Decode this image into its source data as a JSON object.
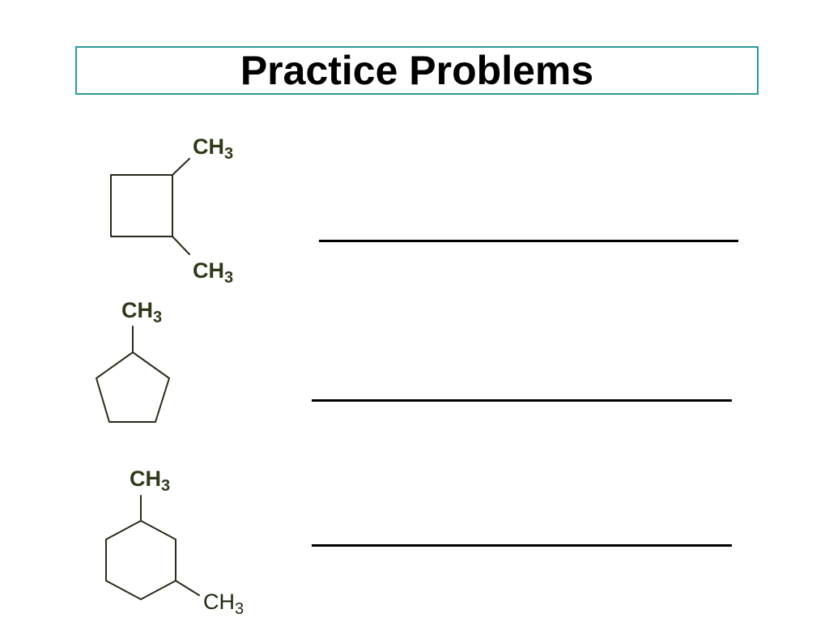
{
  "slide": {
    "title": "Practice Problems"
  },
  "problems": [
    {
      "ring": "cyclobutane",
      "substituents": [
        {
          "group": "CH",
          "subscript": "3"
        },
        {
          "group": "CH",
          "subscript": "3"
        }
      ]
    },
    {
      "ring": "cyclopentane",
      "substituents": [
        {
          "group": "CH",
          "subscript": "3"
        }
      ]
    },
    {
      "ring": "cyclohexane",
      "substituents": [
        {
          "group": "CH",
          "subscript": "3"
        },
        {
          "group": "CH",
          "subscript": "3"
        }
      ]
    }
  ],
  "colors": {
    "title_border": "#2a9a9a",
    "label": "#2e3a17",
    "bond": "#2b2b1c",
    "answer_line": "#000000"
  }
}
